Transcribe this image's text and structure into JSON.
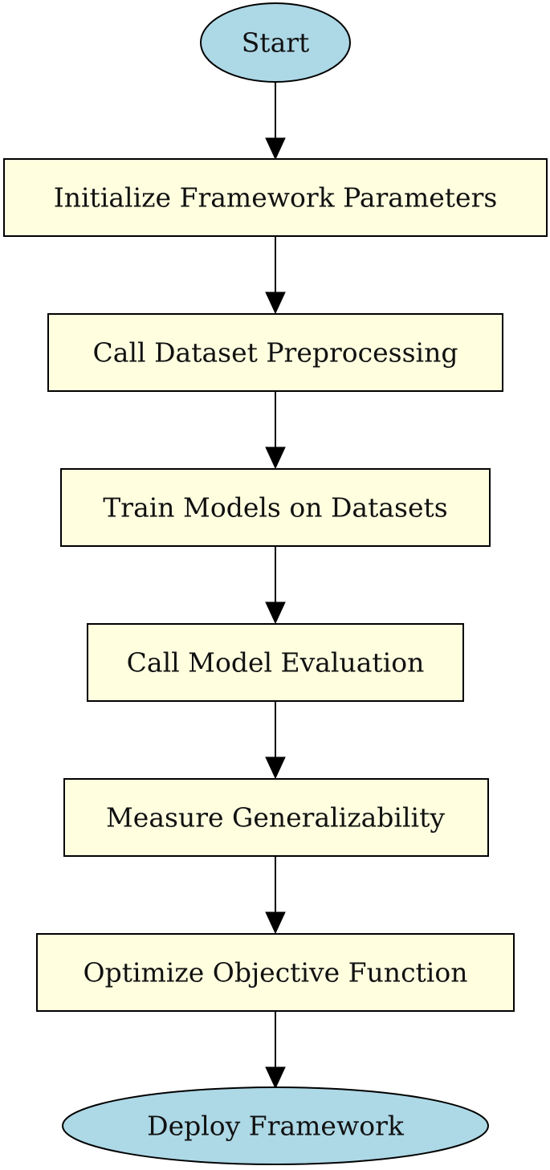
{
  "diagram": {
    "type": "flowchart",
    "colors": {
      "terminal_fill": "#add8e6",
      "process_fill": "#ffffe0",
      "stroke": "#000000",
      "text": "#111111"
    },
    "nodes": [
      {
        "id": "start",
        "shape": "ellipse",
        "label": "Start"
      },
      {
        "id": "init",
        "shape": "rect",
        "label": "Initialize Framework Parameters"
      },
      {
        "id": "preprocess",
        "shape": "rect",
        "label": "Call Dataset Preprocessing"
      },
      {
        "id": "train",
        "shape": "rect",
        "label": "Train Models on Datasets"
      },
      {
        "id": "evaluate",
        "shape": "rect",
        "label": "Call Model Evaluation"
      },
      {
        "id": "generalize",
        "shape": "rect",
        "label": "Measure Generalizability"
      },
      {
        "id": "optimize",
        "shape": "rect",
        "label": "Optimize Objective Function"
      },
      {
        "id": "deploy",
        "shape": "ellipse",
        "label": "Deploy Framework"
      }
    ],
    "edges": [
      {
        "from": "start",
        "to": "init"
      },
      {
        "from": "init",
        "to": "preprocess"
      },
      {
        "from": "preprocess",
        "to": "train"
      },
      {
        "from": "train",
        "to": "evaluate"
      },
      {
        "from": "evaluate",
        "to": "generalize"
      },
      {
        "from": "generalize",
        "to": "optimize"
      },
      {
        "from": "optimize",
        "to": "deploy"
      }
    ]
  }
}
